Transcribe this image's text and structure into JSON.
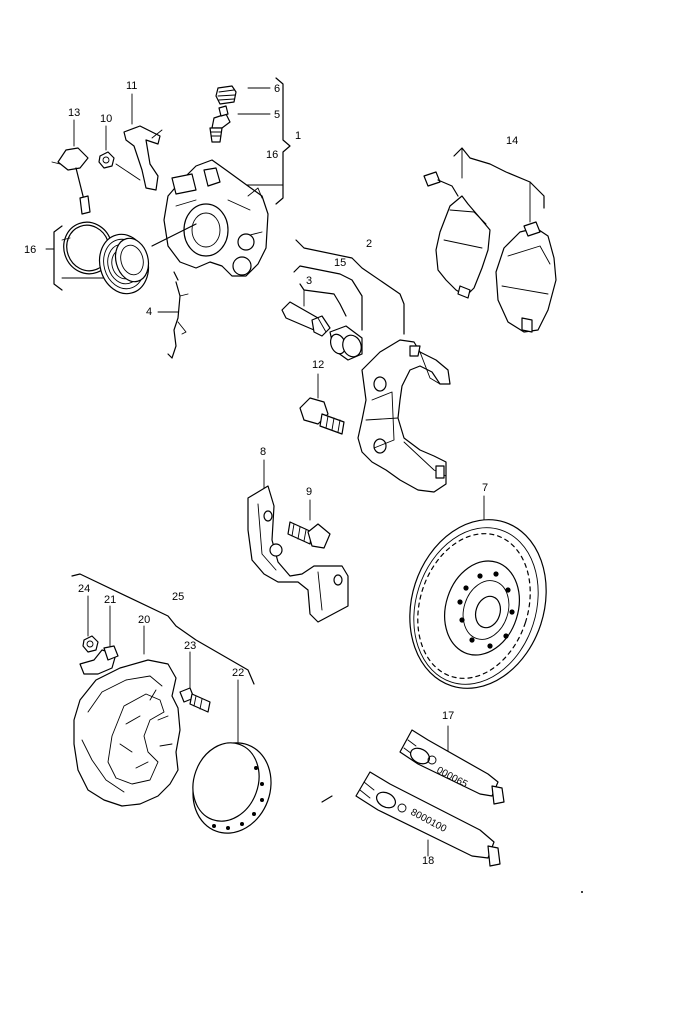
{
  "labels": {
    "l1": "1",
    "l2": "2",
    "l3": "3",
    "l4": "4",
    "l5": "5",
    "l6": "6",
    "l7": "7",
    "l8": "8",
    "l9": "9",
    "l10": "10",
    "l11": "11",
    "l12": "12",
    "l13": "13",
    "l14": "14",
    "l15": "15",
    "l16a": "16",
    "l16b": "16",
    "l17": "17",
    "l18": "18",
    "l20": "20",
    "l21": "21",
    "l22": "22",
    "l23": "23",
    "l24": "24",
    "l25": "25"
  },
  "tube_text": {
    "t17": "000065",
    "t18": "8000100"
  }
}
